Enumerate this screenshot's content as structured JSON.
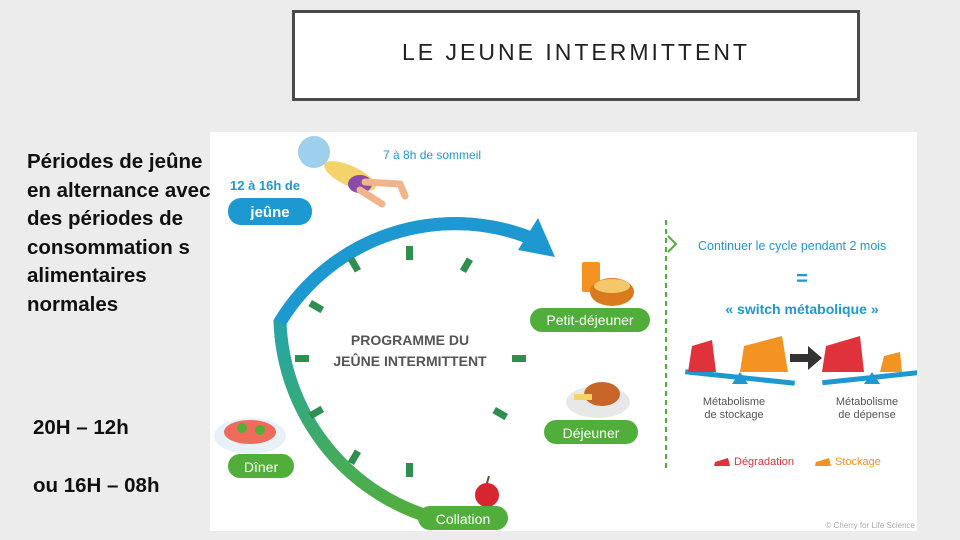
{
  "slide": {
    "title": "LE JEUNE INTERMITTENT",
    "description": "Périodes de jeûne en alternance avec des périodes de consommation s alimentaires normales",
    "hours_1": "20H – 12h",
    "hours_2": "ou 16H – 08h"
  },
  "infographic": {
    "sleep_label": "7 à 8h de sommeil",
    "fast_duration": "12 à 16h de",
    "fast_badge": "jeûne",
    "center_line1": "PROGRAMME DU",
    "center_line2": "JEÛNE INTERMITTENT",
    "meals": {
      "breakfast": "Petit-déjeuner",
      "lunch": "Déjeuner",
      "snack": "Collation",
      "dinner": "Dîner"
    },
    "cycle_text": "Continuer le cycle pendant 2 mois",
    "equals": "=",
    "switch_text": "« switch métabolique »",
    "left_scale_line1": "Métabolisme",
    "left_scale_line2": "de stockage",
    "right_scale_line1": "Métabolisme",
    "right_scale_line2": "de dépense",
    "legend_degradation": "Dégradation",
    "legend_stockage": "Stockage",
    "credit": "© Cherry for Life Science"
  },
  "colors": {
    "teal": "#1e98d0",
    "green": "#52ae3a",
    "weight_red": "#e0323a",
    "weight_orange": "#f39322",
    "title_border": "#4a4a4a"
  }
}
